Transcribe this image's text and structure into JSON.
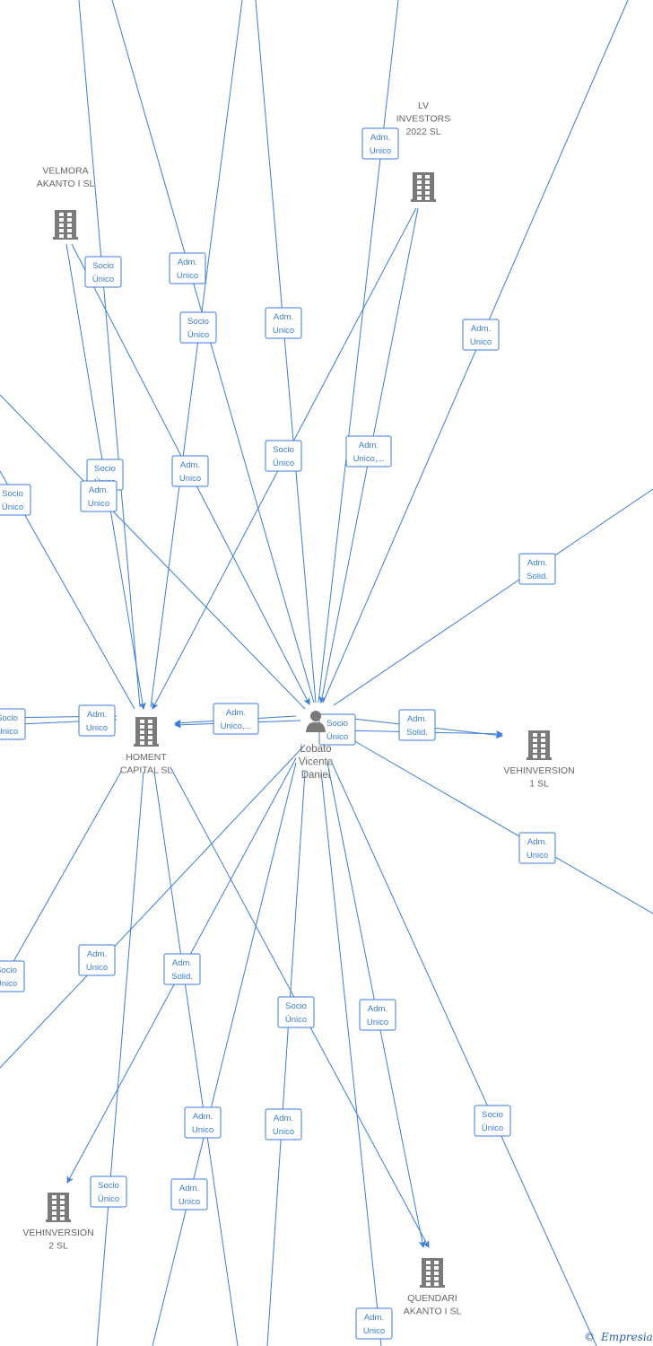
{
  "nodes": [
    {
      "id": "velmora",
      "kind": "company",
      "lines": [
        "VELMORA",
        "AKANTO I  SL"
      ]
    },
    {
      "id": "lv",
      "kind": "company",
      "lines": [
        "LV",
        "INVESTORS",
        "2022  SL"
      ]
    },
    {
      "id": "homent",
      "kind": "company",
      "lines": [
        "HOMENT",
        "CAPITAL  SL"
      ]
    },
    {
      "id": "vehinv1",
      "kind": "company",
      "lines": [
        "VEHINVERSION",
        "1  SL"
      ]
    },
    {
      "id": "vehinv2",
      "kind": "company",
      "lines": [
        "VEHINVERSION",
        "2  SL"
      ]
    },
    {
      "id": "quendari",
      "kind": "company",
      "lines": [
        "QUENDARI",
        "AKANTO I  SL"
      ]
    },
    {
      "id": "lobato",
      "kind": "person",
      "lines": [
        "Lobato",
        "Vicente",
        "Daniel"
      ]
    }
  ],
  "edge_labels": [
    [
      "Adm.",
      "Unico"
    ],
    [
      "Socio",
      "Único"
    ],
    [
      "Adm.",
      "Unico"
    ],
    [
      "Socio",
      "Único"
    ],
    [
      "Adm.",
      "Unico"
    ],
    [
      "Adm.",
      "Unico"
    ],
    [
      "Socio",
      "Único"
    ],
    [
      "Adm.",
      "Unico,..."
    ],
    [
      "Socio",
      "Único"
    ],
    [
      "Adm.",
      "Unico"
    ],
    [
      "Socio",
      "Único"
    ],
    [
      "Adm.",
      "Unico"
    ],
    [
      "Adm.",
      "Solid."
    ],
    [
      "Socio",
      "Único"
    ],
    [
      "Adm.",
      "Unico"
    ],
    [
      "Adm.",
      "Unico,..."
    ],
    [
      "Socio",
      "Único"
    ],
    [
      "Adm.",
      "Solid."
    ],
    [
      "Adm.",
      "Unico"
    ],
    [
      "Socio",
      "Único"
    ],
    [
      "Adm.",
      "Unico"
    ],
    [
      "Adm.",
      "Solid."
    ],
    [
      "Socio",
      "Único"
    ],
    [
      "Adm.",
      "Unico"
    ],
    [
      "Adm.",
      "Unico"
    ],
    [
      "Socio",
      "Único"
    ],
    [
      "Adm.",
      "Unico"
    ],
    [
      "Adm.",
      "Unico"
    ],
    [
      "Socio",
      "Único"
    ],
    [
      "Adm.",
      "Unico"
    ],
    [
      "Adm.",
      "Unico"
    ]
  ],
  "brand": {
    "copyright": "©",
    "name": "Empresia"
  },
  "icons": {
    "company": "building-icon",
    "person": "person-icon"
  },
  "colors": {
    "edge": "#3b7dd8",
    "node": "#7a7a7a",
    "text": "#666666"
  }
}
